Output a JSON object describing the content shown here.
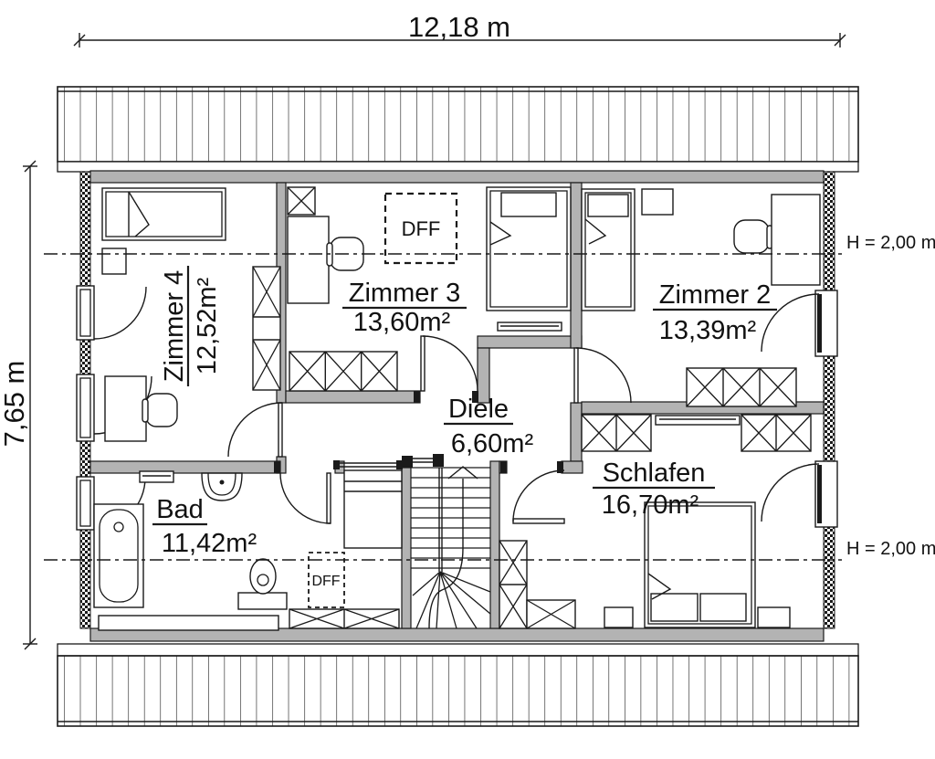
{
  "dimensions": {
    "width": "12,18 m",
    "height": "7,65 m"
  },
  "height_markers": {
    "upper": "H = 2,00 m",
    "lower": "H = 2,00 m"
  },
  "rooms": {
    "zimmer4": {
      "name": "Zimmer 4",
      "area": "12,52m²"
    },
    "zimmer3": {
      "name": "Zimmer 3",
      "area": "13,60m²"
    },
    "zimmer2": {
      "name": "Zimmer 2",
      "area": "13,39m²"
    },
    "diele": {
      "name": "Diele",
      "area": "6,60m²"
    },
    "schlafen": {
      "name": "Schlafen",
      "area": "16,70m²"
    },
    "bad": {
      "name": "Bad",
      "area": "11,42m²"
    }
  },
  "skylights": {
    "zimmer3": "DFF",
    "bad": "DFF"
  },
  "colors": {
    "wall_fill": "#b3b3b3",
    "line": "#1a1a1a",
    "paper": "#ffffff"
  }
}
